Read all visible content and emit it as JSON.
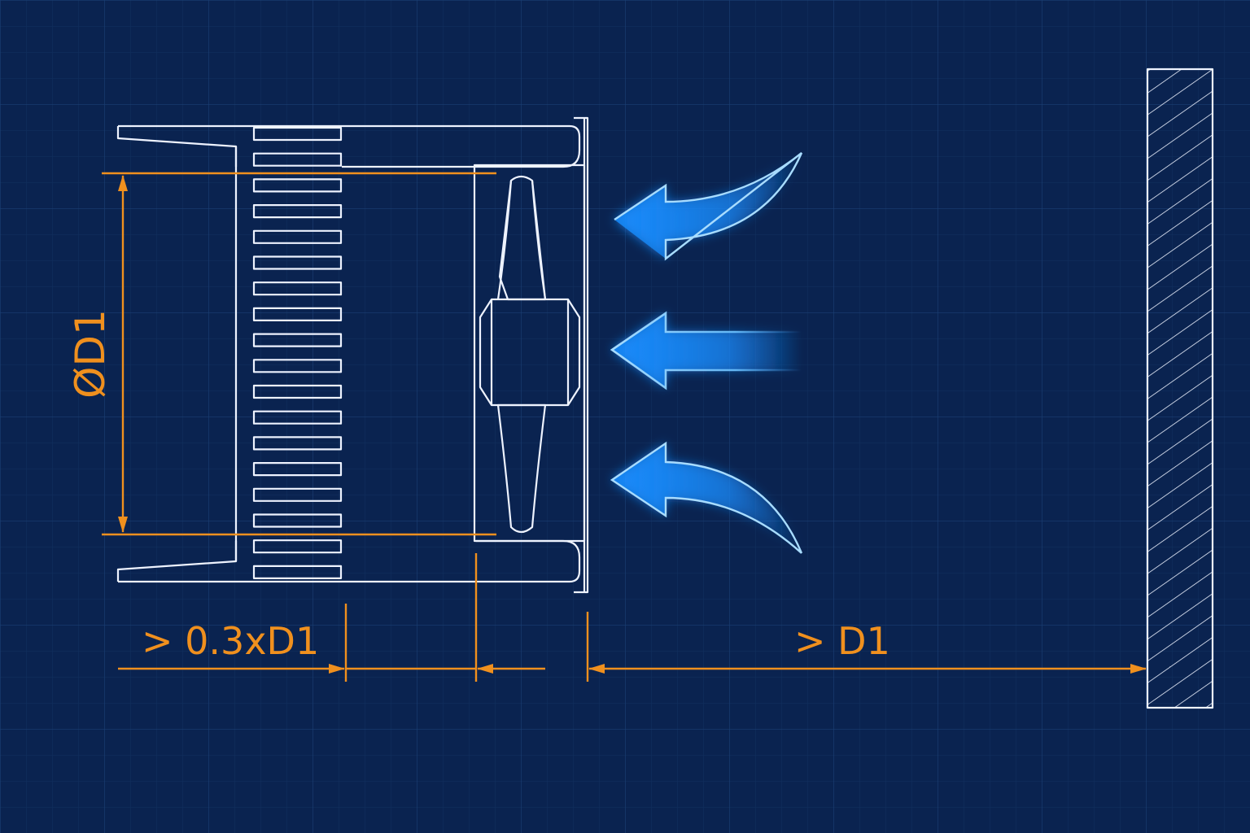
{
  "dimensions": {
    "diameter_label": "ØD1",
    "inlet_distance_label": "> 0.3xD1",
    "obstacle_distance_label": "> D1"
  },
  "colors": {
    "background": "#0a2350",
    "grid": "#163a6e",
    "outline": "#eef3ff",
    "dimension": "#f0901e",
    "airflow_glow": "#1e9bff",
    "airflow_core": "#9fd8ff"
  },
  "elements": {
    "fan_blade": "axial-fan-blade",
    "obstacle": "hatched-wall",
    "airflow_arrow_count": 3
  }
}
